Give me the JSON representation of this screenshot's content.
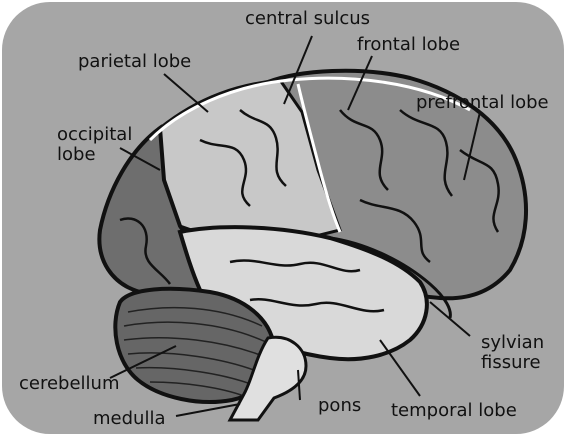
{
  "labels": {
    "central_sulcus": "central sulcus",
    "frontal_lobe": "frontal lobe",
    "parietal_lobe": "parietal lobe",
    "prefrontal_lobe": "prefrontal lobe",
    "occipital_lobe_1": "occipital",
    "occipital_lobe_2": "lobe",
    "sylvian_fissure_1": "sylvian",
    "sylvian_fissure_2": "fissure",
    "cerebellum": "cerebellum",
    "pons": "pons",
    "medulla": "medulla",
    "temporal_lobe": "temporal lobe"
  },
  "colors": {
    "background_panel": "#a6a6a6",
    "frontal": "#8c8c8c",
    "parietal": "#c8c8c8",
    "occipital": "#6e6e6e",
    "temporal": "#d9d9d9",
    "cerebellum": "#666666",
    "brainstem": "#e0e0e0",
    "outline": "#111111"
  }
}
